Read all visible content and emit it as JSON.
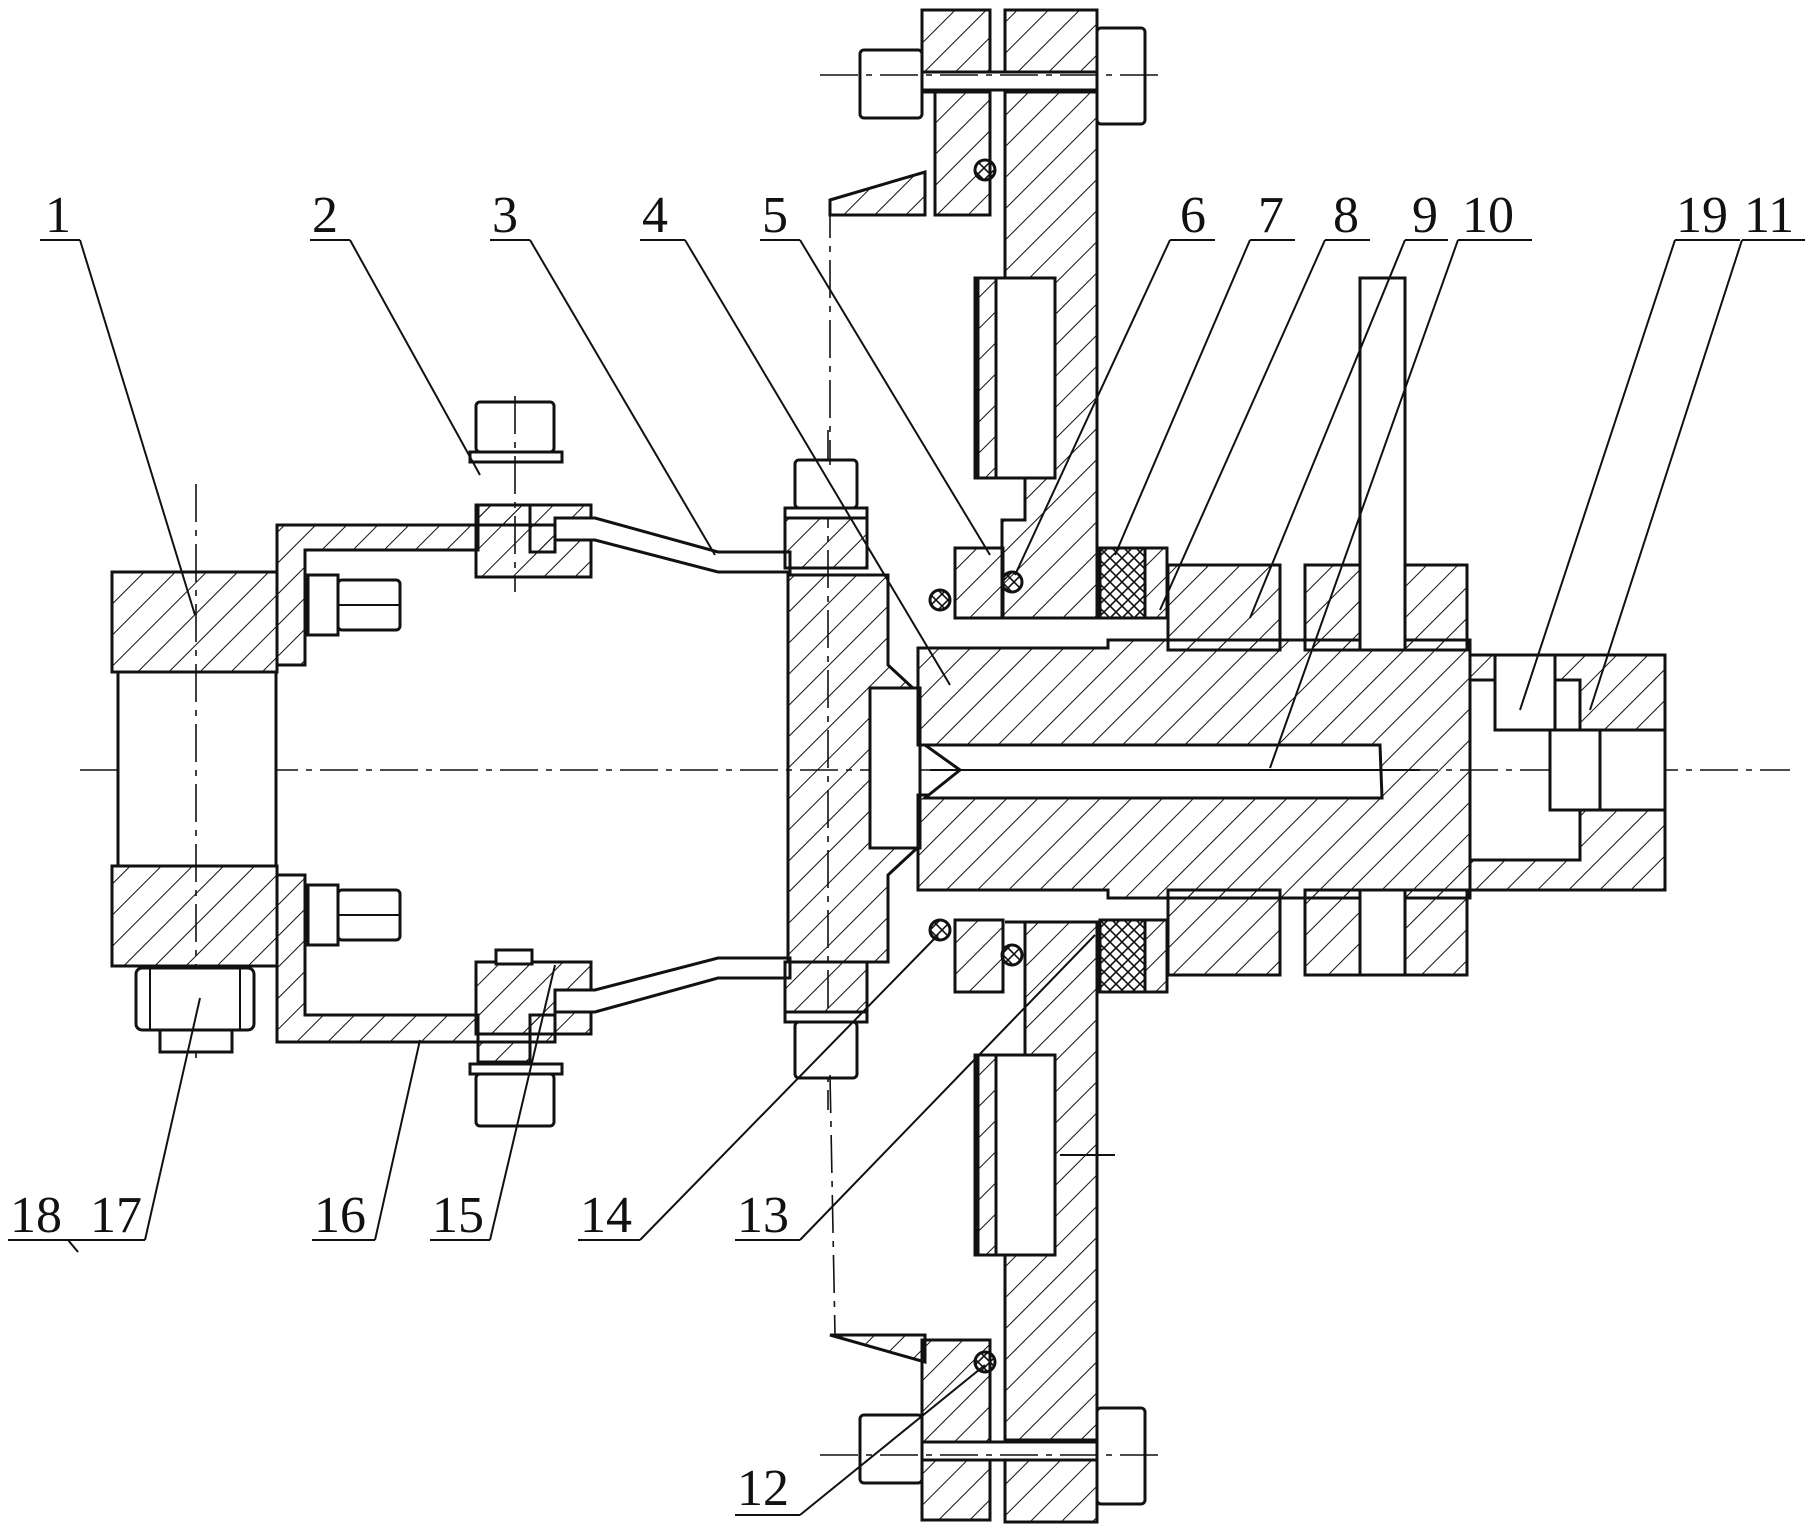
{
  "callouts": [
    {
      "id": "1",
      "label": "1"
    },
    {
      "id": "2",
      "label": "2"
    },
    {
      "id": "3",
      "label": "3"
    },
    {
      "id": "4",
      "label": "4"
    },
    {
      "id": "5",
      "label": "5"
    },
    {
      "id": "6",
      "label": "6"
    },
    {
      "id": "7",
      "label": "7"
    },
    {
      "id": "8",
      "label": "8"
    },
    {
      "id": "9",
      "label": "9"
    },
    {
      "id": "10",
      "label": "10"
    },
    {
      "id": "19",
      "label": "19"
    },
    {
      "id": "11",
      "label": "11"
    },
    {
      "id": "18",
      "label": "18"
    },
    {
      "id": "17",
      "label": "17"
    },
    {
      "id": "16",
      "label": "16"
    },
    {
      "id": "15",
      "label": "15"
    },
    {
      "id": "14",
      "label": "14"
    },
    {
      "id": "13",
      "label": "13"
    },
    {
      "id": "12",
      "label": "12"
    }
  ],
  "colors": {
    "line": "#111111",
    "background": "#ffffff"
  }
}
